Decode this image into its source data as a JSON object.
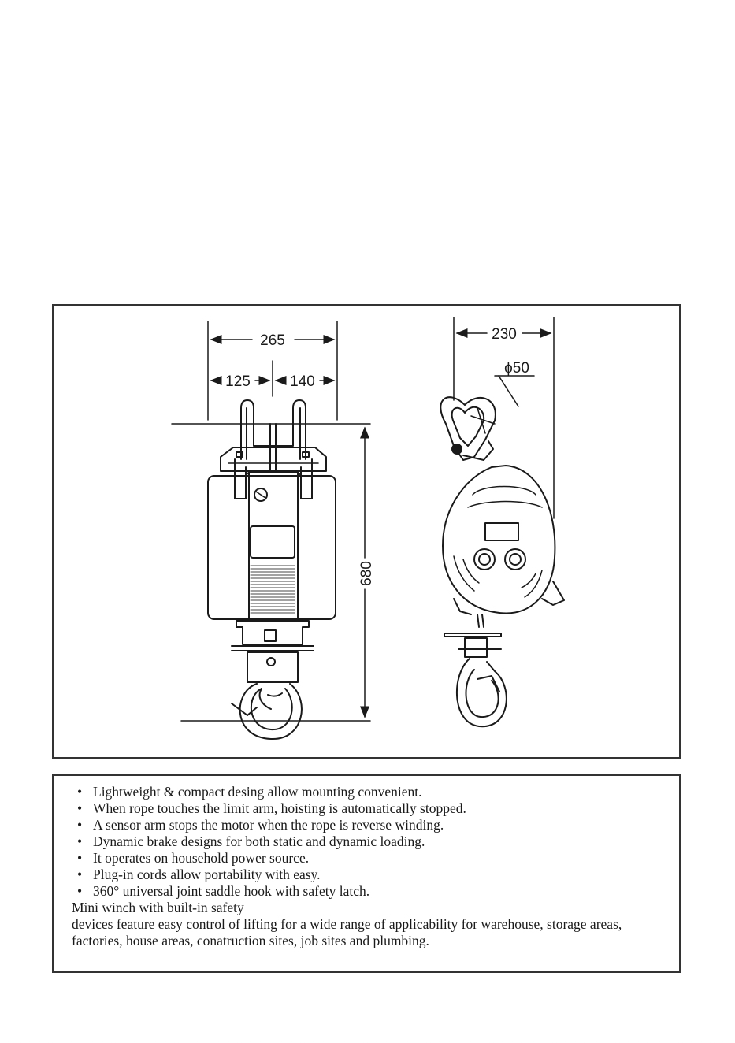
{
  "drawing": {
    "front_view": {
      "overall_width": "265",
      "left_width": "125",
      "right_width": "140",
      "height": "680"
    },
    "side_view": {
      "depth": "230",
      "hook_diameter": "ϕ50"
    }
  },
  "features": [
    "Lightweight & compact desing allow mounting convenient.",
    "When rope touches the limit arm, hoisting is automatically stopped.",
    "A sensor arm stops the motor when the rope is reverse winding.",
    "Dynamic brake designs for both static and dynamic loading.",
    "It operates on household power source.",
    "Plug-in cords allow portability with easy.",
    "360°  universal joint saddle hook with safety latch."
  ],
  "description": {
    "line1": "Mini winch with built-in safety",
    "line2": "devices feature easy control of lifting for a wide range of applicability for warehouse, storage areas, factories, house areas, conatruction sites, job sites and plumbing."
  }
}
